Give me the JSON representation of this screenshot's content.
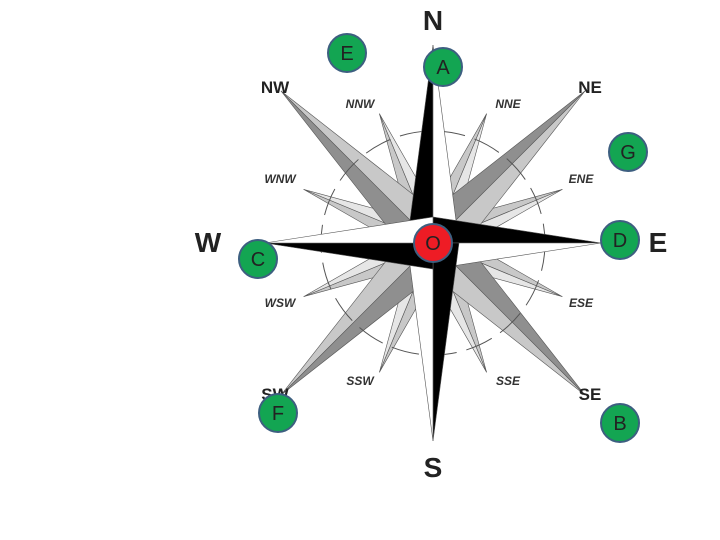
{
  "compass": {
    "cardinals": {
      "n": "N",
      "s": "S",
      "w": "W",
      "e": "E"
    },
    "intercardinals": {
      "nw": "NW",
      "ne": "NE",
      "sw": "SW",
      "se": "SE"
    },
    "minors": {
      "nnw": "NNW",
      "nne": "NNE",
      "wnw": "WNW",
      "ene": "ENE",
      "wsw": "WSW",
      "ese": "ESE",
      "ssw": "SSW",
      "sse": "SSE"
    }
  },
  "markers": {
    "o": "O",
    "a": "A",
    "b": "B",
    "c": "C",
    "d": "D",
    "e": "E",
    "f": "F",
    "g": "G"
  },
  "colors": {
    "marker_fill": "#13a552",
    "marker_stroke": "#3d5f80",
    "center_fill": "#ee1c25",
    "point_dark": "#000000",
    "point_light": "#ffffff",
    "ray_dark": "#8f8f8f",
    "ray_light": "#c8c8c8"
  }
}
